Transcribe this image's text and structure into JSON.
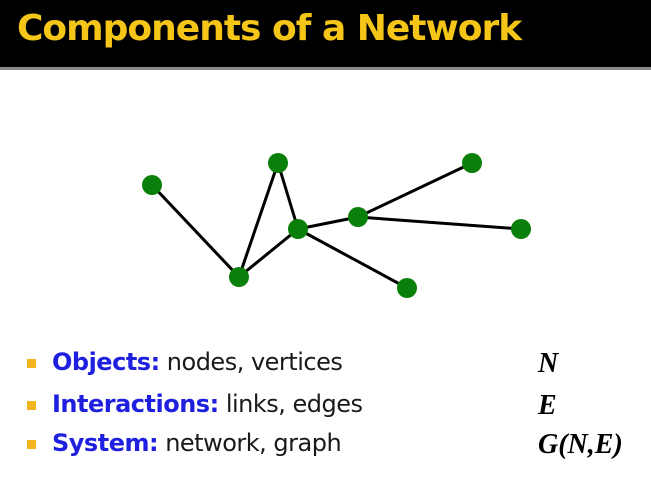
{
  "title": "Components of a Network",
  "colors": {
    "title_bg": "#000000",
    "title_text": "#f5c518",
    "node": "#0a7f0a",
    "edge": "#000000",
    "term": "#1f1fe0",
    "bullet": "#f2b51f"
  },
  "graph": {
    "nodes": [
      "n1",
      "n2",
      "n3",
      "n4",
      "n5",
      "n6",
      "n7",
      "n8"
    ],
    "edges": [
      [
        "n1",
        "n4"
      ],
      [
        "n4",
        "n2"
      ],
      [
        "n2",
        "n3"
      ],
      [
        "n4",
        "n3"
      ],
      [
        "n3",
        "n5"
      ],
      [
        "n5",
        "n6"
      ],
      [
        "n5",
        "n7"
      ],
      [
        "n3",
        "n8"
      ]
    ]
  },
  "bullets": [
    {
      "term": "Objects:",
      "text": " nodes, vertices",
      "symbol": "N"
    },
    {
      "term": "Interactions:",
      "text": " links, edges",
      "symbol": "E"
    },
    {
      "term": "System:",
      "text": " network, graph",
      "symbol": "G(N,E)"
    }
  ]
}
